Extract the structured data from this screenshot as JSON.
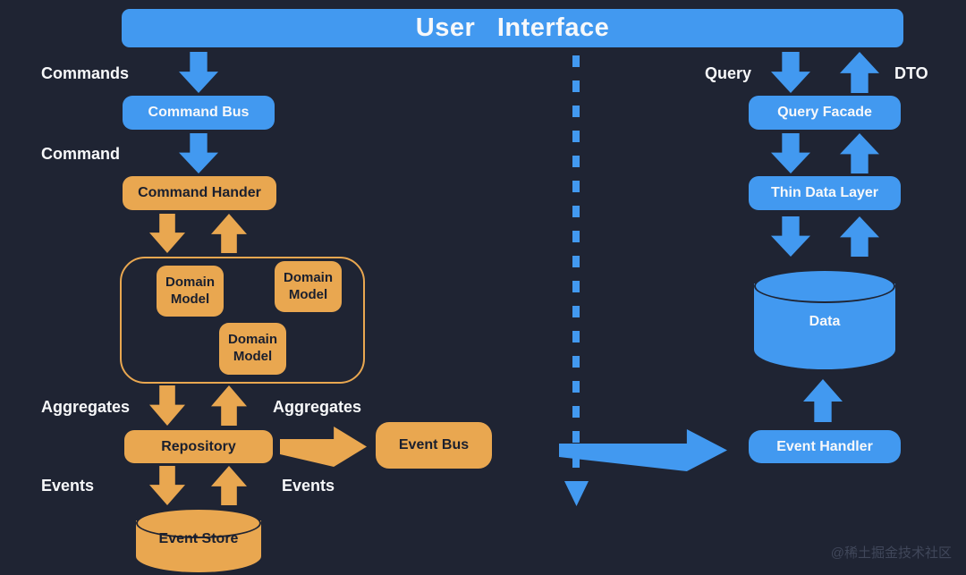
{
  "header": {
    "title": "User Interface"
  },
  "left": {
    "commands_label": "Commands",
    "command_bus": "Command Bus",
    "command_label": "Command",
    "command_handler": "Command Hander",
    "domain_models": [
      "Domain Model",
      "Domain Model",
      "Domain Model"
    ],
    "aggregates_label_left": "Aggregates",
    "aggregates_label_right": "Aggregates",
    "repository": "Repository",
    "event_bus": "Event Bus",
    "events_label_left": "Events",
    "events_label_right": "Events",
    "event_store": "Event Store"
  },
  "right": {
    "query_label": "Query",
    "dto_label": "DTO",
    "query_facade": "Query Facade",
    "thin_data_layer": "Thin Data Layer",
    "data_store": "Data",
    "event_handler": "Event Handler"
  },
  "watermark": "@稀土掘金技术社区",
  "colors": {
    "bg": "#1f2433",
    "blue": "#4299f0",
    "orange": "#e9a750",
    "dark-text": "#1a1f2e",
    "white-text": "#f7f8fa",
    "watermark-text": "#40475a"
  }
}
